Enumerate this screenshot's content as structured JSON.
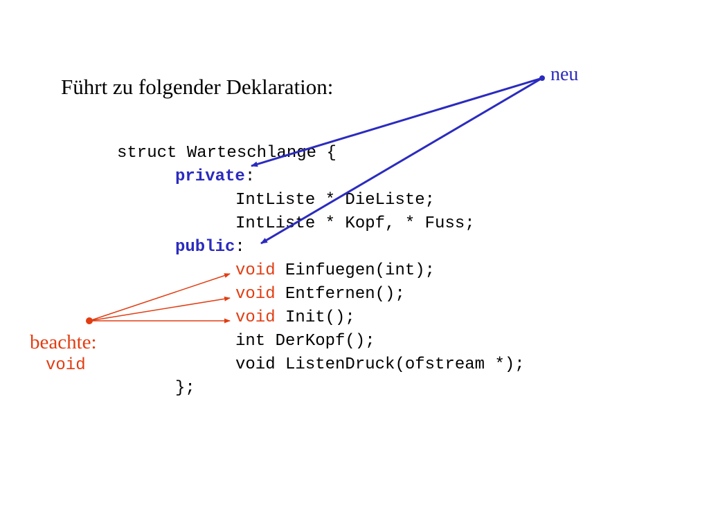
{
  "slide": {
    "heading": "Führt zu folgender Deklaration:",
    "code": {
      "struct_line": "struct Warteschlange {",
      "private_kw": "private",
      "private_colon": ":",
      "member1": "IntListe * DieListe;",
      "member2": "IntListe * Kopf, * Fuss;",
      "public_kw": "public",
      "public_colon": ":",
      "m1_type": "void",
      "m1_rest": " Einfuegen(int);",
      "m2_type": "void",
      "m2_rest": " Entfernen();",
      "m3_type": "void",
      "m3_rest": " Init();",
      "m4": "int DerKopf();",
      "m5": "void ListenDruck(ofstream *);",
      "closing": "};"
    },
    "annotations": {
      "neu": "neu",
      "beachte": "beachte:",
      "void": "void"
    },
    "colors": {
      "blue_accent": "#2b2bbf",
      "red_accent": "#e23d12"
    }
  }
}
